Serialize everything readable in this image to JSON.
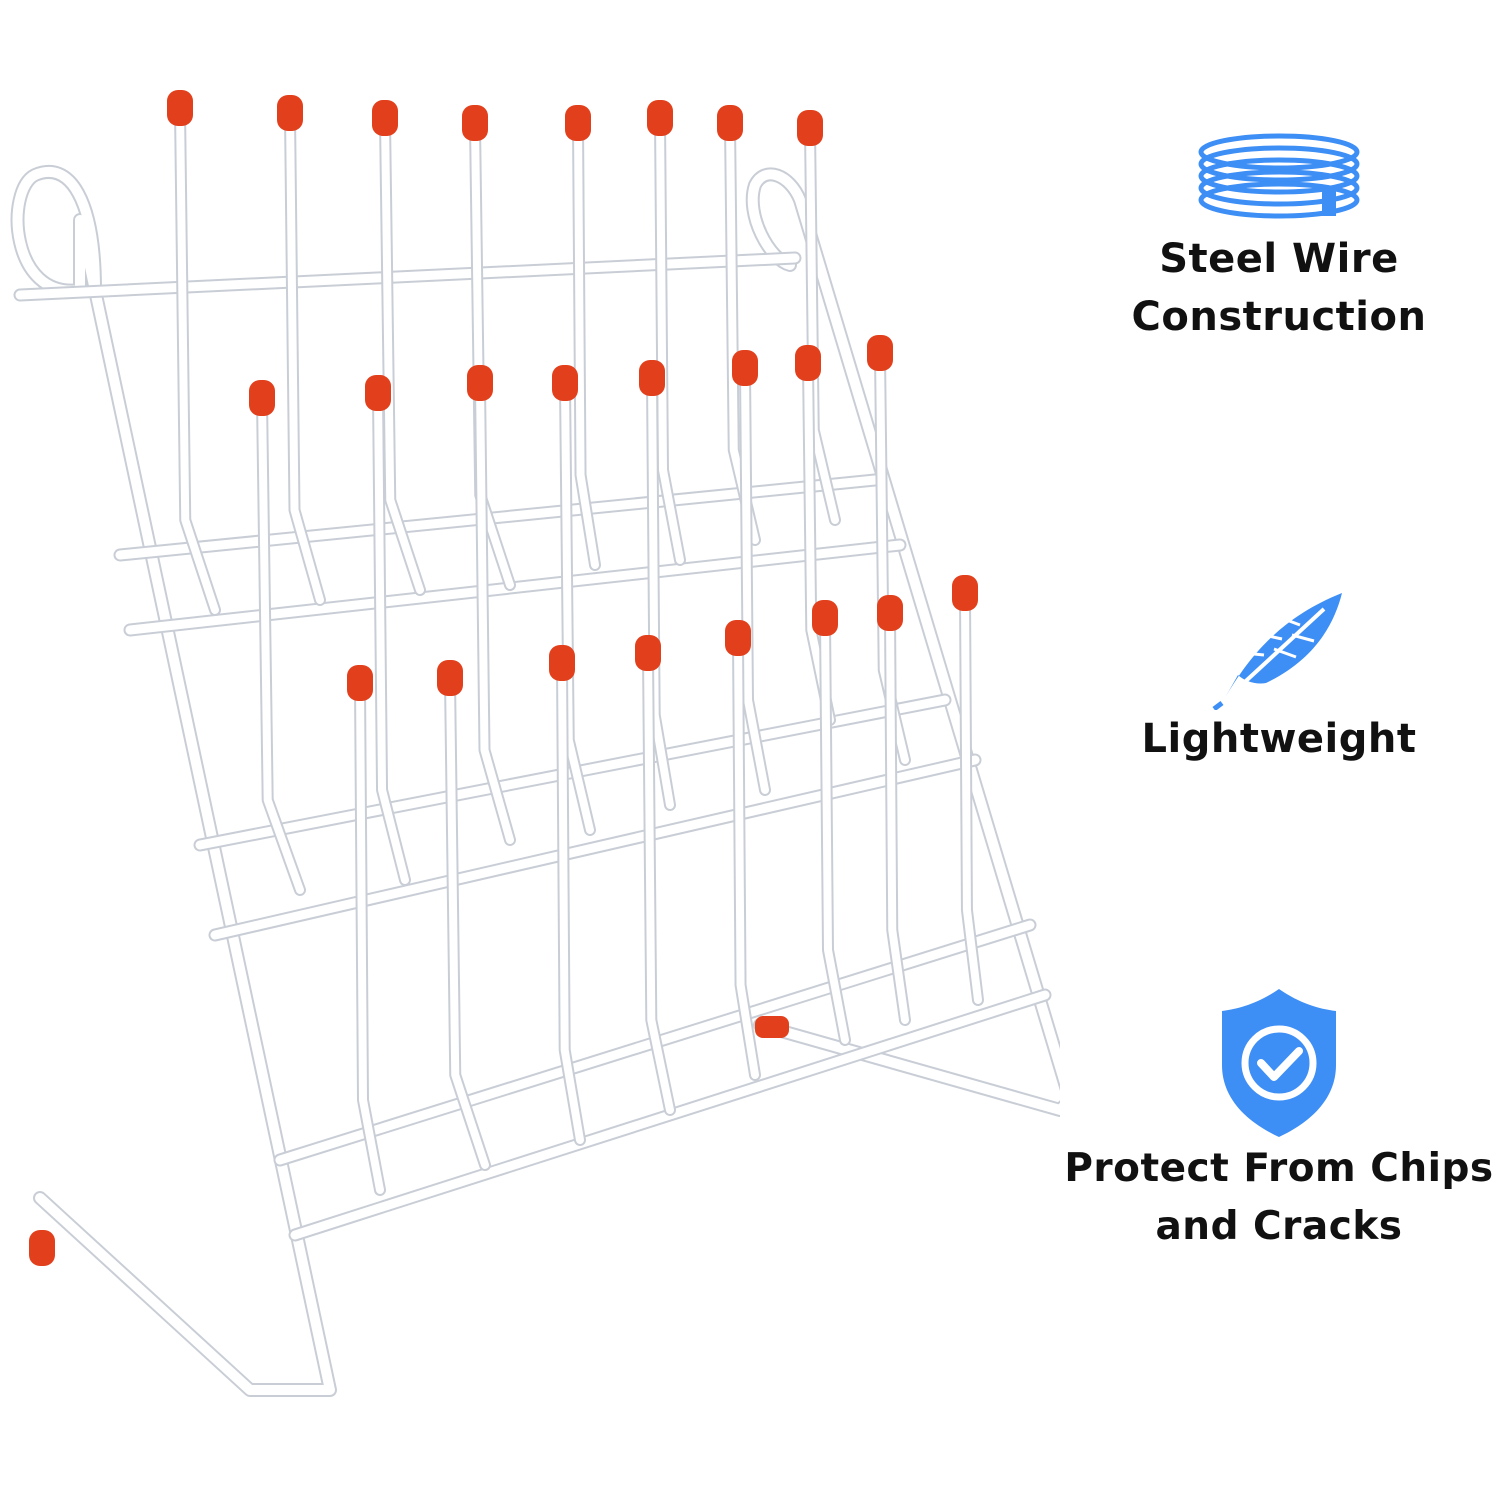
{
  "product": {
    "image_alt": "white wire drying rack with red-tipped pegs"
  },
  "features": [
    {
      "icon": "wire-coil-icon",
      "label": "Steel Wire\nConstruction"
    },
    {
      "icon": "feather-icon",
      "label": "Lightweight"
    },
    {
      "icon": "shield-check-icon",
      "label": "Protect From Chips\nand Cracks"
    }
  ],
  "colors": {
    "icon_blue": "#3d8ef5",
    "wire_white": "#ffffff",
    "wire_shadow": "#c9ced6",
    "peg_tip": "#e2401c",
    "text": "#111111"
  }
}
